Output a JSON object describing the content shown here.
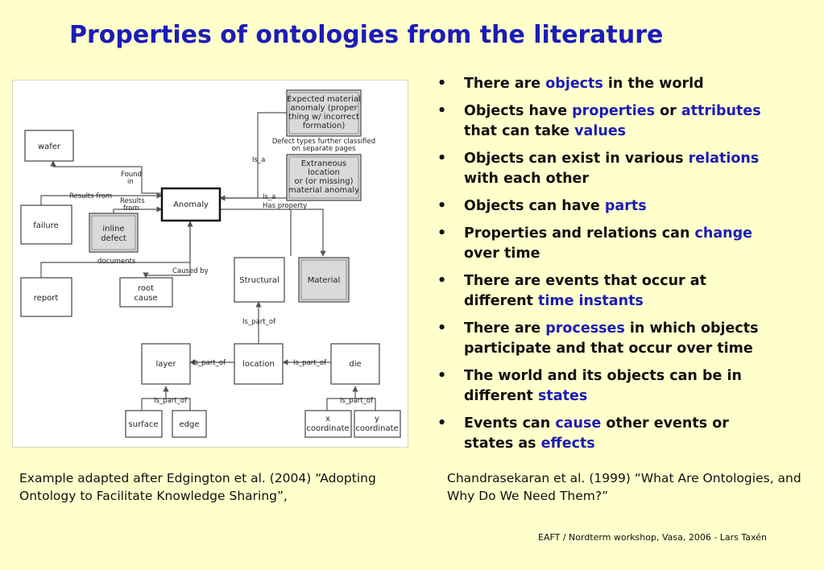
{
  "title": "Properties of ontologies from the literature",
  "diagram": {
    "nodes": {
      "expected": [
        "Expected material",
        "anomaly (proper",
        "thing w/ incorrect",
        "formation)"
      ],
      "expected_note": [
        "Defect types further classified",
        "on separate pages"
      ],
      "wafer": "wafer",
      "extraneous": [
        "Extraneous",
        "location",
        "or (or missing)",
        "material anomaly"
      ],
      "failure": "failure",
      "inline_defect": [
        "inline",
        "defect"
      ],
      "anomaly": "Anomaly",
      "structural": "Structural",
      "material": "Material",
      "report": "report",
      "root_cause": [
        "root",
        "cause"
      ],
      "layer": "layer",
      "location": "location",
      "die": "die",
      "surface": "surface",
      "edge": "edge",
      "x_coordinate": [
        "x",
        "coordinate"
      ],
      "y_coordinate": [
        "y",
        "coordinate"
      ]
    },
    "edges": {
      "found_in": [
        "Found",
        "in"
      ],
      "results_from_1": "Results from",
      "results_from_2": [
        "Results",
        "from"
      ],
      "is_a_1": "Is_a",
      "is_a_2": "Is_a",
      "has_property": "Has property",
      "documents": "documents",
      "caused_by": "Caused by",
      "is_part_of_1": "Is_part_of",
      "is_part_of_2": "Is_part_of",
      "is_part_of_3": "Is_part_of",
      "is_part_of_4": "Is_part_of",
      "is_part_of_5": "Is_part_of"
    }
  },
  "bullets": [
    [
      {
        "t": "There are "
      },
      {
        "t": "objects",
        "h": true
      },
      {
        "t": " in the world"
      }
    ],
    [
      {
        "t": "Objects have "
      },
      {
        "t": "properties",
        "h": true
      },
      {
        "t": " or "
      },
      {
        "t": "attributes",
        "h": true
      },
      {
        "t": " that can take "
      },
      {
        "t": "values",
        "h": true
      }
    ],
    [
      {
        "t": "Objects can exist in various "
      },
      {
        "t": "relations",
        "h": true
      },
      {
        "t": " with each other"
      }
    ],
    [
      {
        "t": "Objects can have "
      },
      {
        "t": "parts",
        "h": true
      }
    ],
    [
      {
        "t": "Properties and relations can "
      },
      {
        "t": "change",
        "h": true
      },
      {
        "t": " over time"
      }
    ],
    [
      {
        "t": "There are events that occur at different "
      },
      {
        "t": "time instants",
        "h": true
      }
    ],
    [
      {
        "t": "There are "
      },
      {
        "t": "processes",
        "h": true
      },
      {
        "t": " in which objects participate and that occur over time"
      }
    ],
    [
      {
        "t": "The world and its objects can be in different "
      },
      {
        "t": "states",
        "h": true
      }
    ],
    [
      {
        "t": "Events can "
      },
      {
        "t": "cause",
        "h": true
      },
      {
        "t": " other events or states as "
      },
      {
        "t": "effects",
        "h": true
      }
    ]
  ],
  "caption_left": "Example adapted after Edgington et al. (2004) “Adopting Ontology to Facilitate Knowledge Sharing”,",
  "caption_right": "Chandrasekaran et al. (1999) “What Are Ontologies, and Why Do We Need Them?”",
  "footer": "EAFT / Nordterm workshop, Vasa, 2006 - Lars Taxén",
  "colors": {
    "background": "#FFFFCC",
    "accent": "#1C1CB8",
    "text": "#111111"
  }
}
